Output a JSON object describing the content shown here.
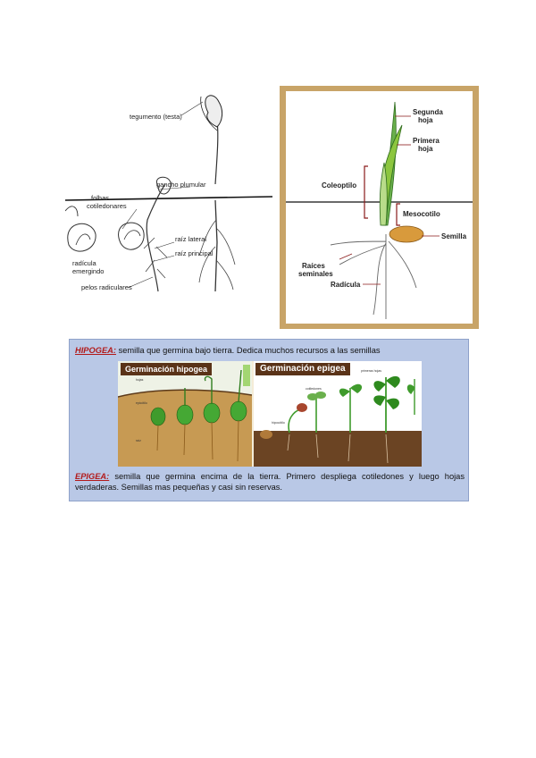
{
  "left_figure": {
    "labels": {
      "tegumento": "tegumento (testa)",
      "gancho": "gancho plumular",
      "folhas_1": "folhas",
      "folhas_2": "cotiledonares",
      "raiz_lateral": "raíz lateral",
      "raiz_principal": "raíz principal",
      "radicula_1": "radícula",
      "radicula_2": "emergindo",
      "pelos": "pelos radiculares"
    }
  },
  "right_figure": {
    "labels": {
      "segunda_1": "Segunda",
      "segunda_2": "hoja",
      "primera_1": "Primera",
      "primera_2": "hoja",
      "coleoptilo": "Coleoptilo",
      "mesocotilo": "Mesocotilo",
      "semilla": "Semilla",
      "raices_1": "Raíces",
      "raices_2": "seminales",
      "radicula": "Radícula"
    }
  },
  "info": {
    "hipogea_term": "HIPOGEA:",
    "hipogea_text": " semilla que germina bajo tierra. Dedica muchos recursos a las semillas",
    "epigea_term": "EPIGEA:",
    "epigea_text": " semilla que germina encima de la tierra. Primero despliega cotiledones y luego hojas verdaderas. Semillas mas pequeñas y casi sin reservas.",
    "banner_hipogea": "Germinación hipogea",
    "banner_epigea": "Germinación epigea"
  },
  "colors": {
    "term_red": "#b21a1a",
    "box_blue": "#b9c8e6",
    "leaf_green": "#3f9b2c",
    "soil_brown": "#6b4423",
    "frame_tan": "#c8a468"
  }
}
